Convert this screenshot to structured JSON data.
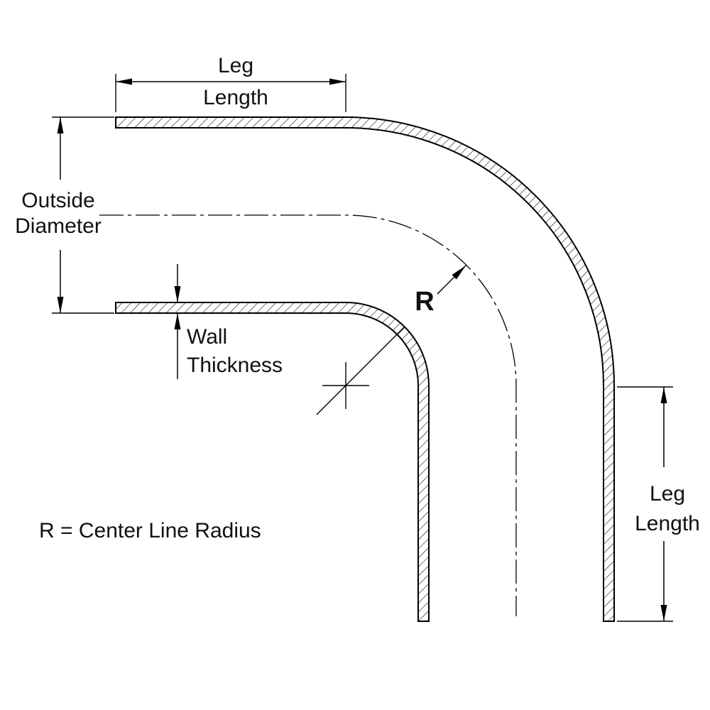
{
  "diagram": {
    "labels": {
      "leg_length_top": {
        "line1": "Leg",
        "line2": "Length"
      },
      "outside_diameter": {
        "line1": "Outside",
        "line2": "Diameter"
      },
      "wall_thickness": {
        "line1": "Wall",
        "line2": "Thickness"
      },
      "radius_symbol": "R",
      "radius_legend": "R = Center Line Radius",
      "leg_length_right": {
        "line1": "Leg",
        "line2": "Length"
      }
    },
    "colors": {
      "line": "#000000",
      "outside_diameter_text": "#ff0000",
      "background": "#ffffff"
    }
  }
}
